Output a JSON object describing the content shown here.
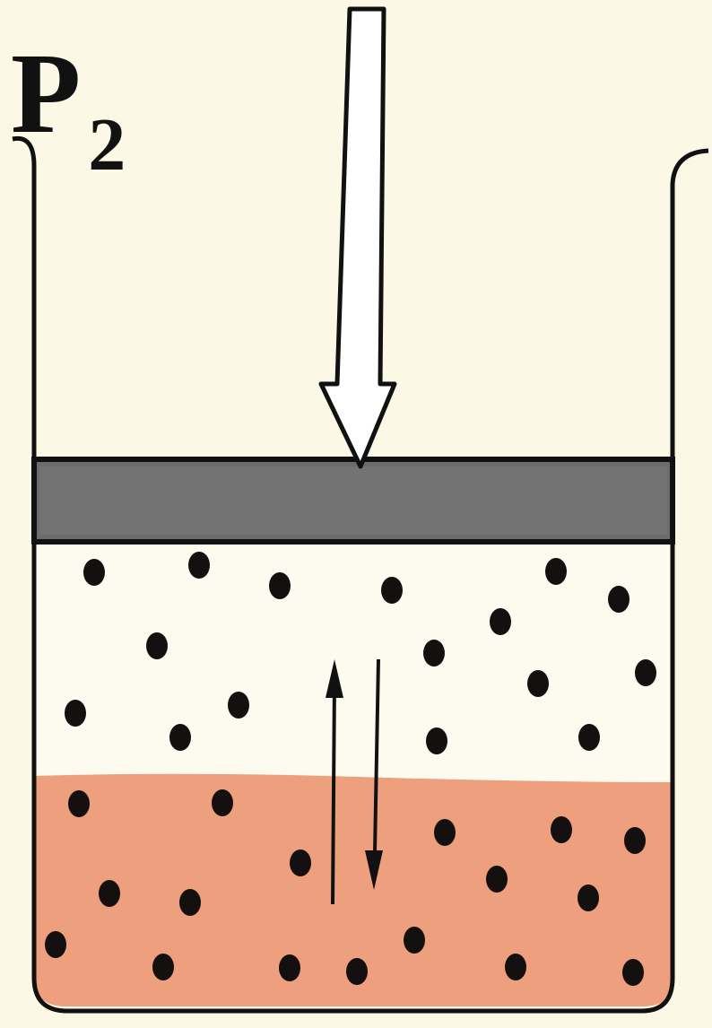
{
  "label": {
    "symbol": "P",
    "subscript": "2"
  },
  "colors": {
    "background": "#fbf8e6",
    "gas_region": "#fdfbf0",
    "liquid": "#ee9f7d",
    "piston": "#6c6c6c",
    "outline": "#111111",
    "molecule": "#141010",
    "arrow_fill": "#ffffff"
  },
  "icons": {
    "force_arrow": "hollow-down-arrow",
    "evaporation_arrow": "up-arrow",
    "condensation_arrow": "down-arrow"
  }
}
